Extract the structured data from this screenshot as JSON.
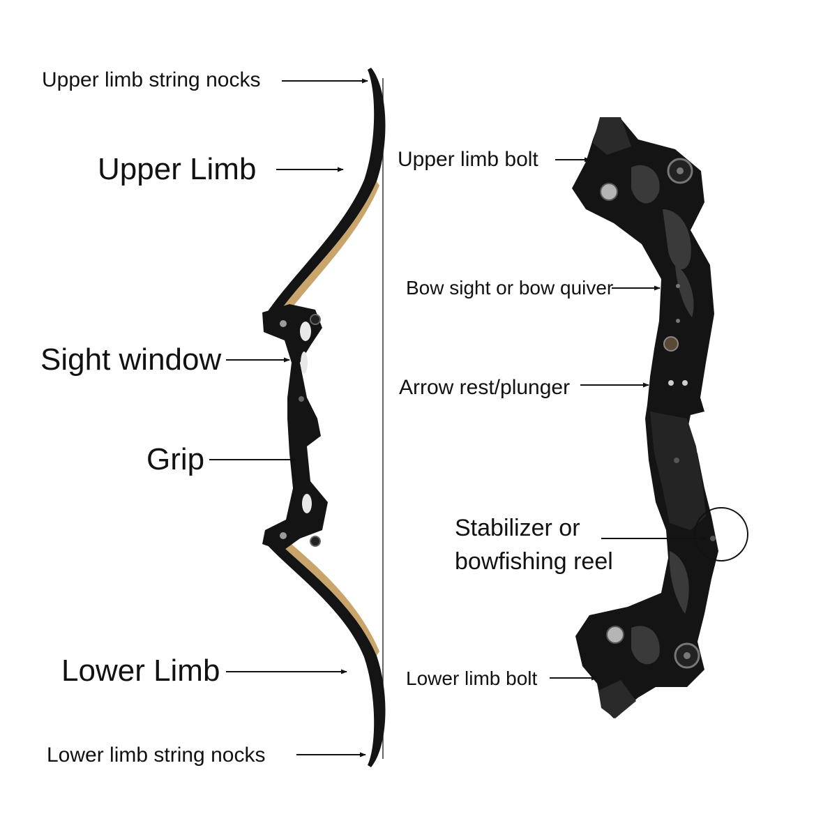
{
  "labels": {
    "upper_nocks": "Upper limb string nocks",
    "upper_limb": "Upper Limb",
    "sight_window": "Sight window",
    "grip": "Grip",
    "lower_limb": "Lower Limb",
    "lower_nocks": "Lower limb string nocks",
    "upper_bolt": "Upper limb bolt",
    "sight_quiver": "Bow sight or bow quiver",
    "arrow_rest": "Arrow rest/plunger",
    "stabilizer_line1": "Stabilizer or",
    "stabilizer_line2": "bowfishing reel",
    "lower_bolt": "Lower limb bolt"
  },
  "colors": {
    "riser": "#141414",
    "limb_edge": "#c9a46b",
    "metal": "#9a9a9a",
    "line": "#111111"
  }
}
